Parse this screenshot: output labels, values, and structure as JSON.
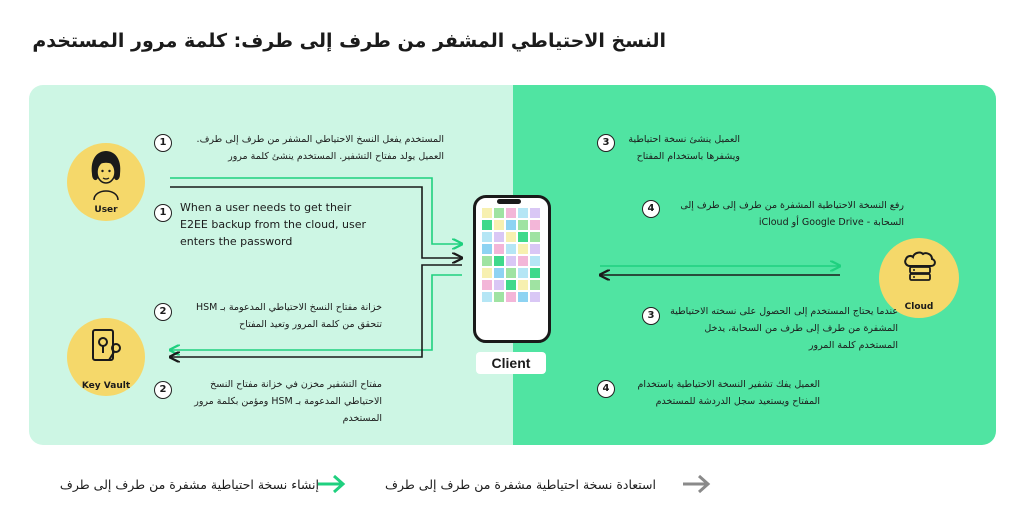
{
  "title": "النسخ الاحتياطي المشفر من طرف إلى طرف: كلمة مرور المستخدم",
  "colors": {
    "left_panel": "#cdf6e4",
    "right_panel": "#50e4a2",
    "accent_green": "#1fd07f",
    "dark": "#1a1a1a",
    "actor_circle": "#f5d86a",
    "tiles": [
      "#f7f0b0",
      "#9fe3a2",
      "#f3b6d8",
      "#b5e6f5",
      "#d9c7f5",
      "#3fd98b",
      "#8ed3f2"
    ]
  },
  "actors": {
    "user": {
      "label": "User",
      "icon": "user-avatar-icon"
    },
    "key_vault": {
      "label": "Key Vault",
      "icon": "key-vault-icon"
    },
    "cloud": {
      "label": "Cloud",
      "icon": "cloud-server-icon"
    },
    "client": {
      "label": "Client",
      "icon": "smartphone-icon"
    }
  },
  "steps_left": [
    {
      "num": "1",
      "text": "المستخدم يفعل النسخ الاحتياطي المشفر من طرف إلى طرف. العميل يولد مفتاح التشفير. المستخدم ينشئ كلمة مرور"
    },
    {
      "num": "1",
      "text": "When a user needs to get their E2EE backup from the cloud, user enters the password"
    },
    {
      "num": "2",
      "text": "خزانة مفتاح النسخ الاحتياطي المدعومة بـ HSM تتحقق من كلمة المرور وتعيد المفتاح"
    },
    {
      "num": "2",
      "text": "مفتاح التشفير مخزن في خزانة مفتاح النسخ الاحتياطي المدعومة بـ HSM ومؤمن بكلمة مرور المستخدم"
    }
  ],
  "steps_right": [
    {
      "num": "3",
      "text": "العميل ينشئ نسخة احتياطية ويشفرها باستخدام المفتاح"
    },
    {
      "num": "4",
      "text": "رفع النسخة الاحتياطية المشفرة من طرف إلى طرف إلى السحابة - Google Drive أو iCloud"
    },
    {
      "num": "3",
      "text": "عندما يحتاج المستخدم إلى الحصول على نسخته الاحتياطية المشفرة من طرف إلى طرف من السحابة، يدخل المستخدم كلمة المرور"
    },
    {
      "num": "4",
      "text": "العميل يفك تشفير النسخة الاحتياطية باستخدام المفتاح ويستعيد سجل الدردشة للمستخدم"
    }
  ],
  "legend": {
    "create": "إنشاء نسخة احتياطية مشفرة من طرف إلى طرف",
    "restore": "استعادة نسخة احتياطية مشفرة من طرف إلى طرف"
  }
}
